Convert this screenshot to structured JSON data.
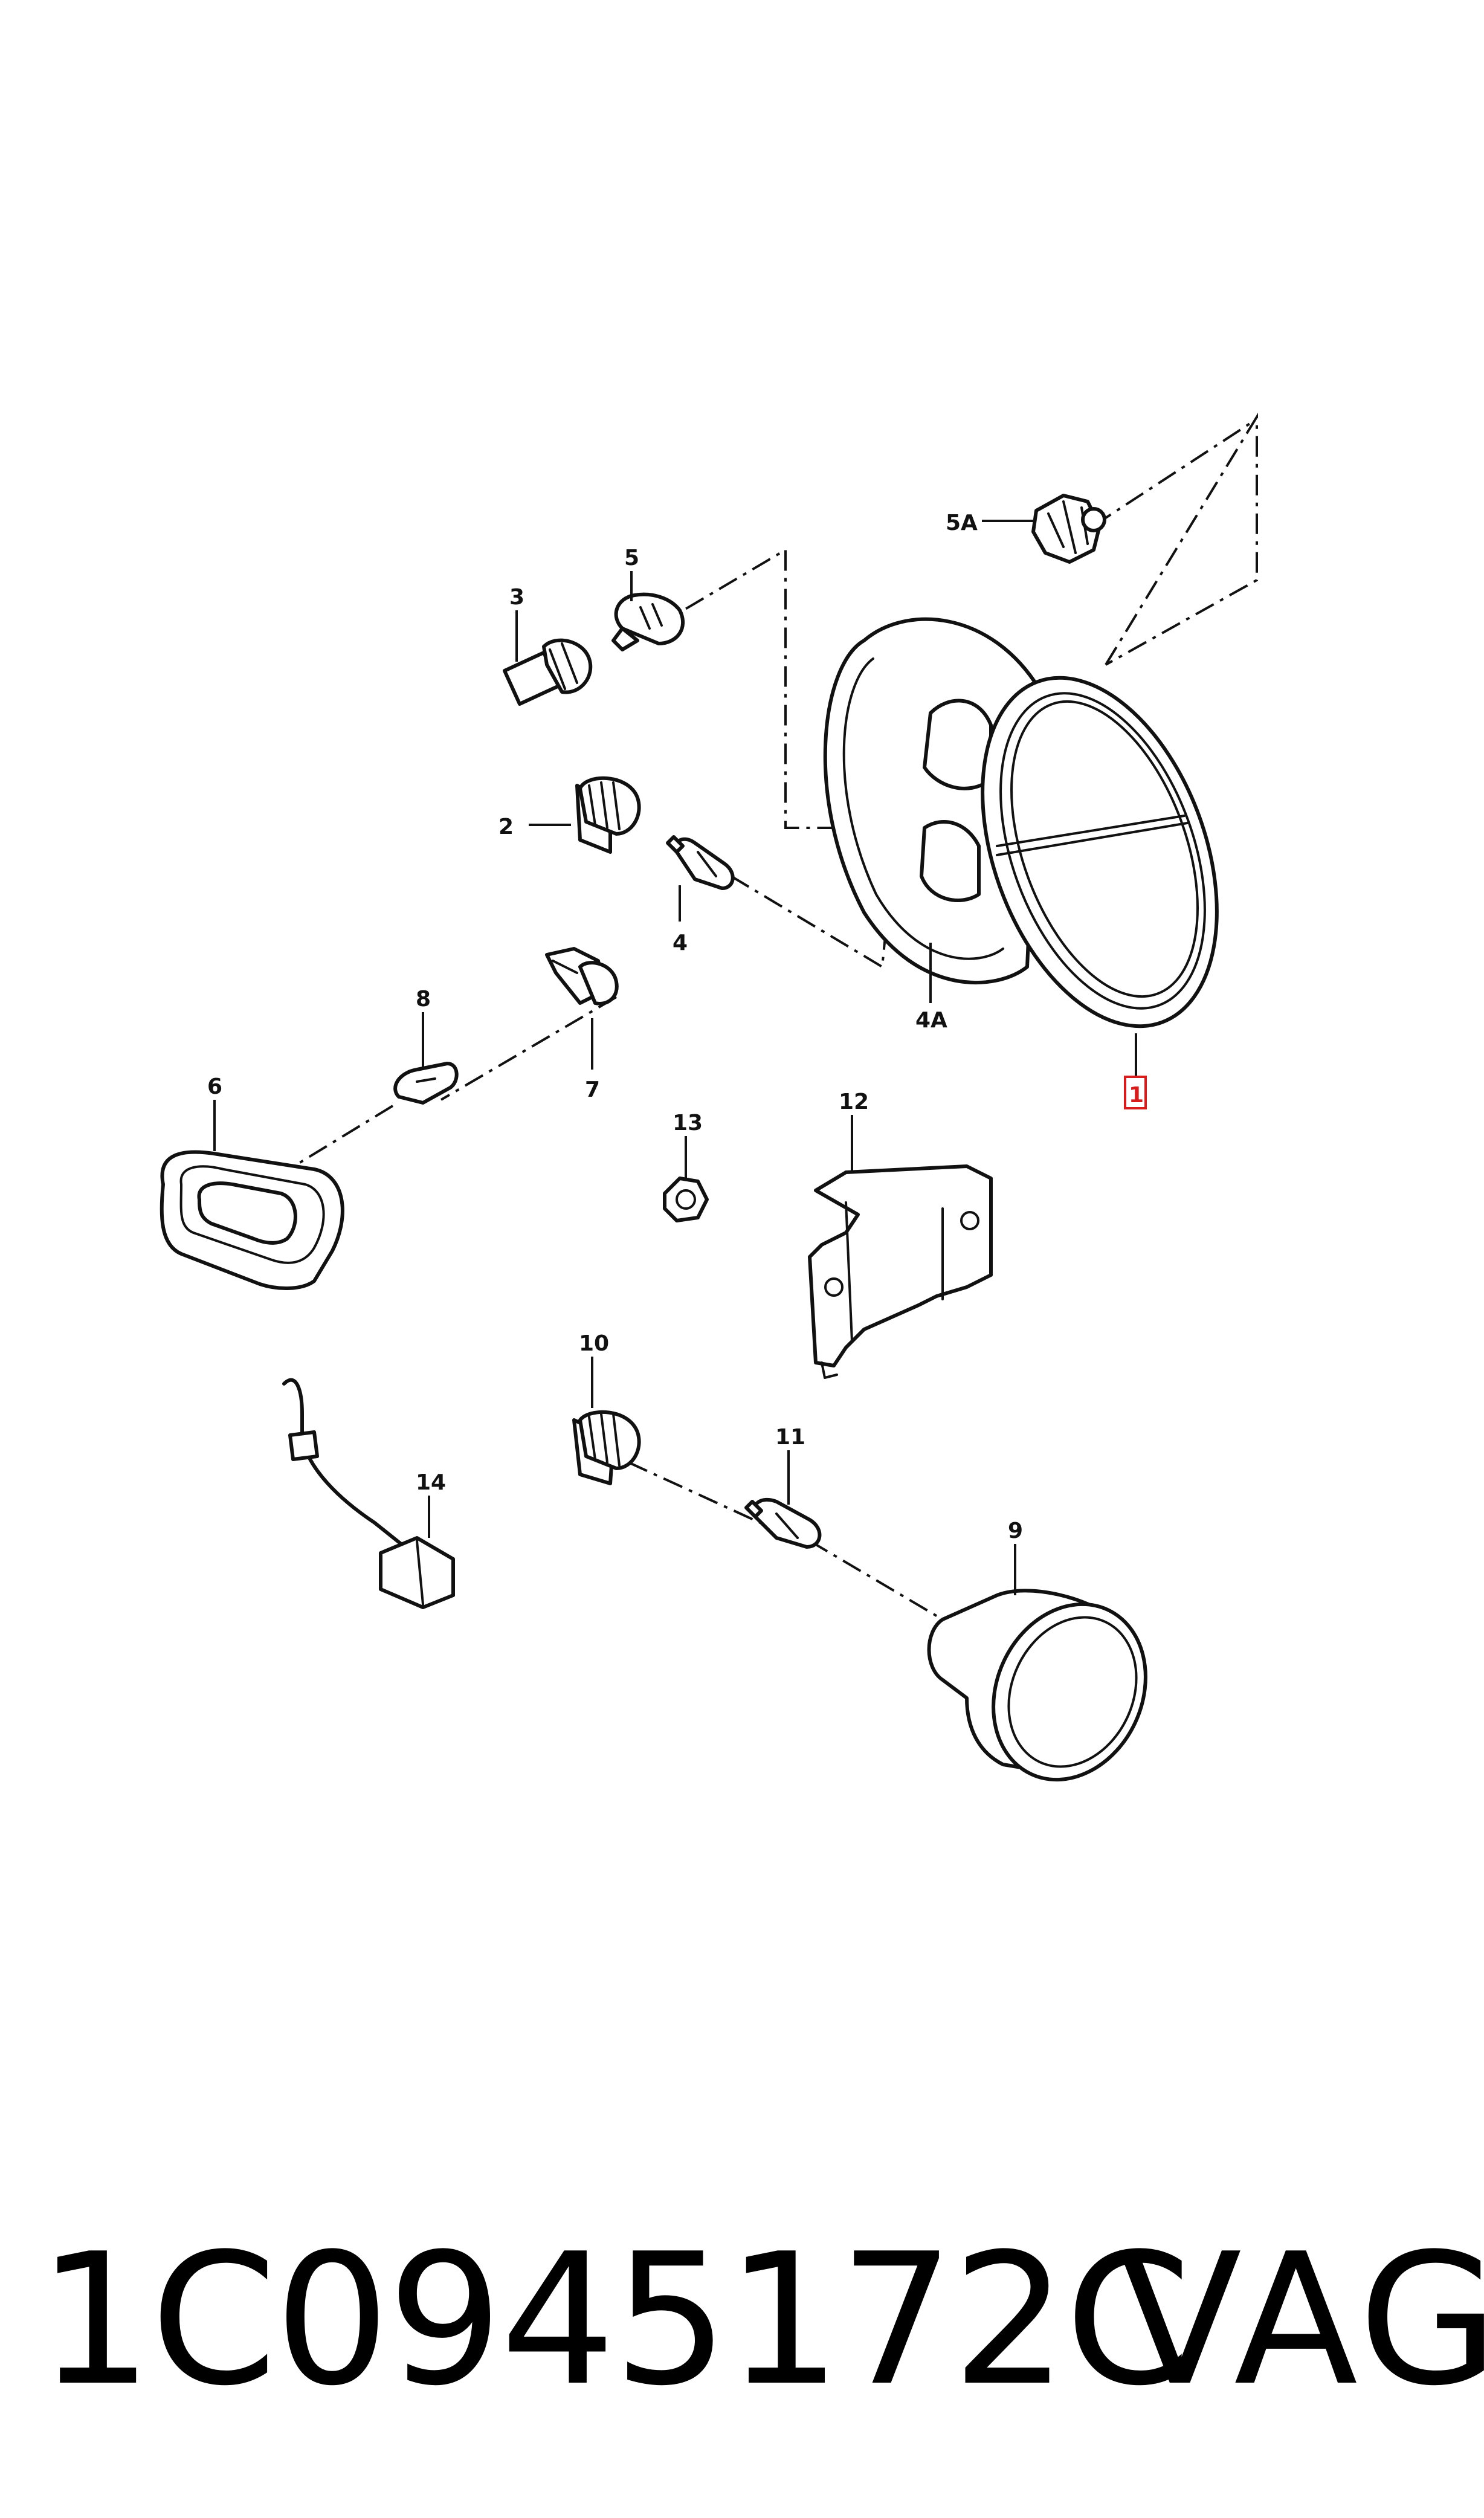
{
  "diagram": {
    "callouts": {
      "c1": "1",
      "c2": "2",
      "c3": "3",
      "c4": "4",
      "c4a": "4A",
      "c5": "5",
      "c5a": "5A",
      "c6": "6",
      "c7": "7",
      "c8": "8",
      "c9": "9",
      "c10": "10",
      "c11": "11",
      "c12": "12",
      "c13": "13",
      "c14": "14"
    },
    "highlight_color": "#d81b1b"
  },
  "footer": {
    "part_number": "1C0945172C",
    "brand": "VAG"
  }
}
